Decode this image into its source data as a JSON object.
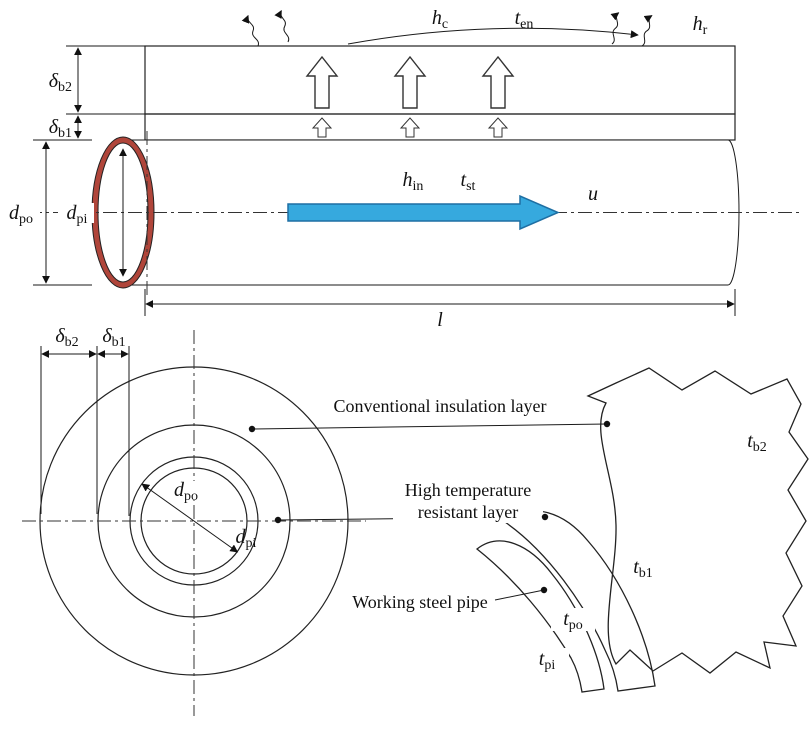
{
  "symbols": {
    "delta_b2": {
      "base": "δ",
      "sub": "b2"
    },
    "delta_b1": {
      "base": "δ",
      "sub": "b1"
    },
    "d_po": {
      "base": "d",
      "sub": "po"
    },
    "d_pi": {
      "base": "d",
      "sub": "pi"
    },
    "h_c": {
      "base": "h",
      "sub": "c"
    },
    "t_en": {
      "base": "t",
      "sub": "en"
    },
    "h_r": {
      "base": "h",
      "sub": "r"
    },
    "h_in": {
      "base": "h",
      "sub": "in"
    },
    "t_st": {
      "base": "t",
      "sub": "st"
    },
    "u": {
      "base": "u"
    },
    "l": {
      "base": "l"
    },
    "t_b2": {
      "base": "t",
      "sub": "b2"
    },
    "t_b1": {
      "base": "t",
      "sub": "b1"
    },
    "t_po": {
      "base": "t",
      "sub": "po"
    },
    "t_pi": {
      "base": "t",
      "sub": "pi"
    }
  },
  "annotations": {
    "conventional_layer": "Conventional insulation layer",
    "high_temp_line1": "High temperature",
    "high_temp_line2": "resistant layer",
    "working_steel_pipe": "Working steel pipe"
  },
  "colors": {
    "insulation_fill": "#FBF2CC",
    "insulation_hatch": "#DDA84A",
    "resistant_fill": "#D4D4D4",
    "resistant_dot": "#8A8A8A",
    "steel_pipe_red": "#B0453A",
    "flow_arrow_blue": "#36A9DE",
    "line_black": "#1a1a1a"
  }
}
